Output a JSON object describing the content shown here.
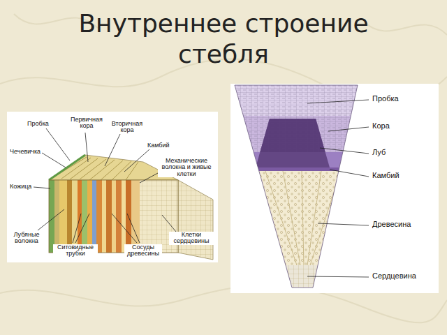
{
  "diagram": {
    "title": "Внутреннее строение стебля",
    "labels": [
      "Пробка",
      "Первичная кора",
      "Вторичная кора",
      "Камбий",
      "Чечевичка",
      "Механические волокна и живые клетки",
      "Кожица",
      "Лубяные волокна",
      "Ситовидные трубки",
      "Сосуды древесины",
      "Клетки сердцевины",
      "Пробка",
      "Кора",
      "Луб",
      "Камбий",
      "Древесина",
      "Сердцевина"
    ]
  }
}
